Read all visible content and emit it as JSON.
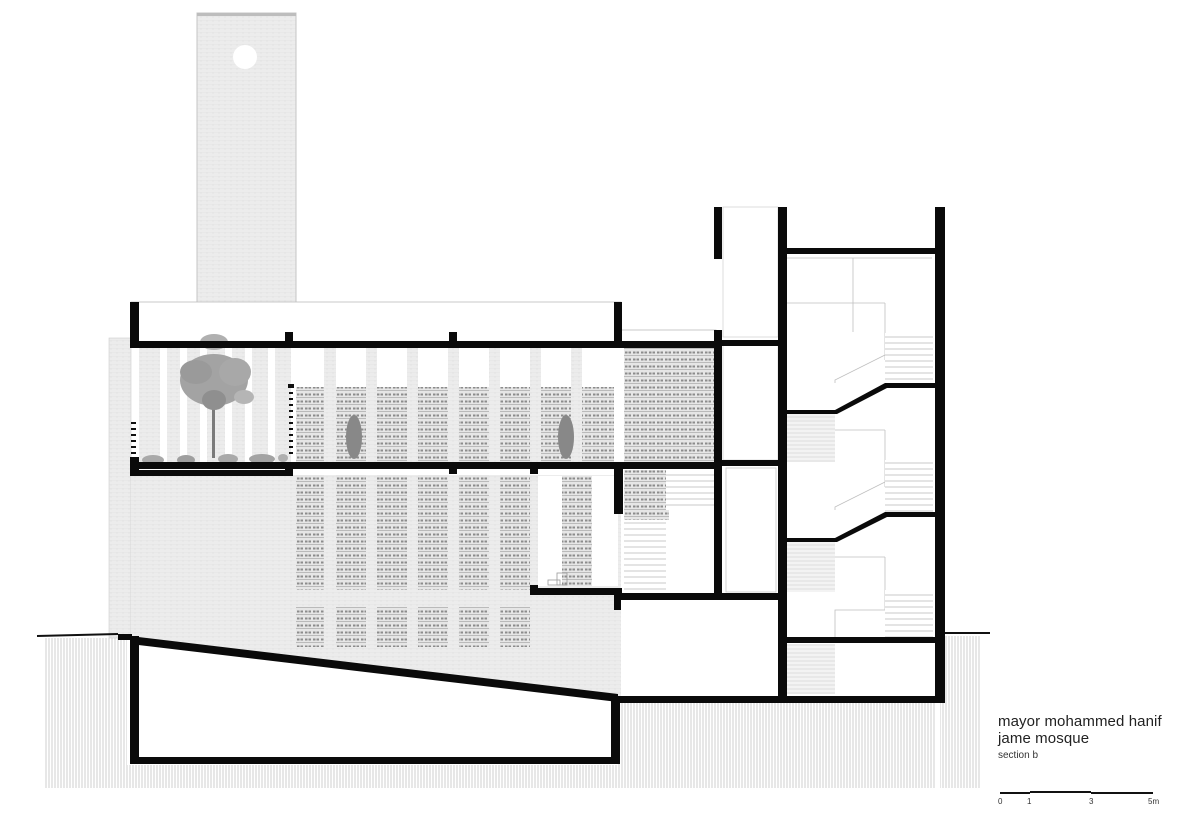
{
  "drawing": {
    "type": "architectural-section",
    "title_line1": "mayor mohammed hanif",
    "title_line2": "jame mosque",
    "subtitle": "section b",
    "scale": {
      "labels": [
        "0",
        "1",
        "3",
        "5m"
      ]
    },
    "colors": {
      "wall": "#0a0a0a",
      "hatch": "#c8c8c8",
      "brick": "#e4e4e4",
      "jali": "#9a9a9a",
      "figure": "#8a8a8a",
      "tree": "#9c9c9c"
    },
    "elements": [
      "minaret",
      "roof-garden-with-tree",
      "prayer-hall-upper",
      "prayer-hall-lower",
      "basement",
      "stair-core",
      "ground-line"
    ]
  }
}
